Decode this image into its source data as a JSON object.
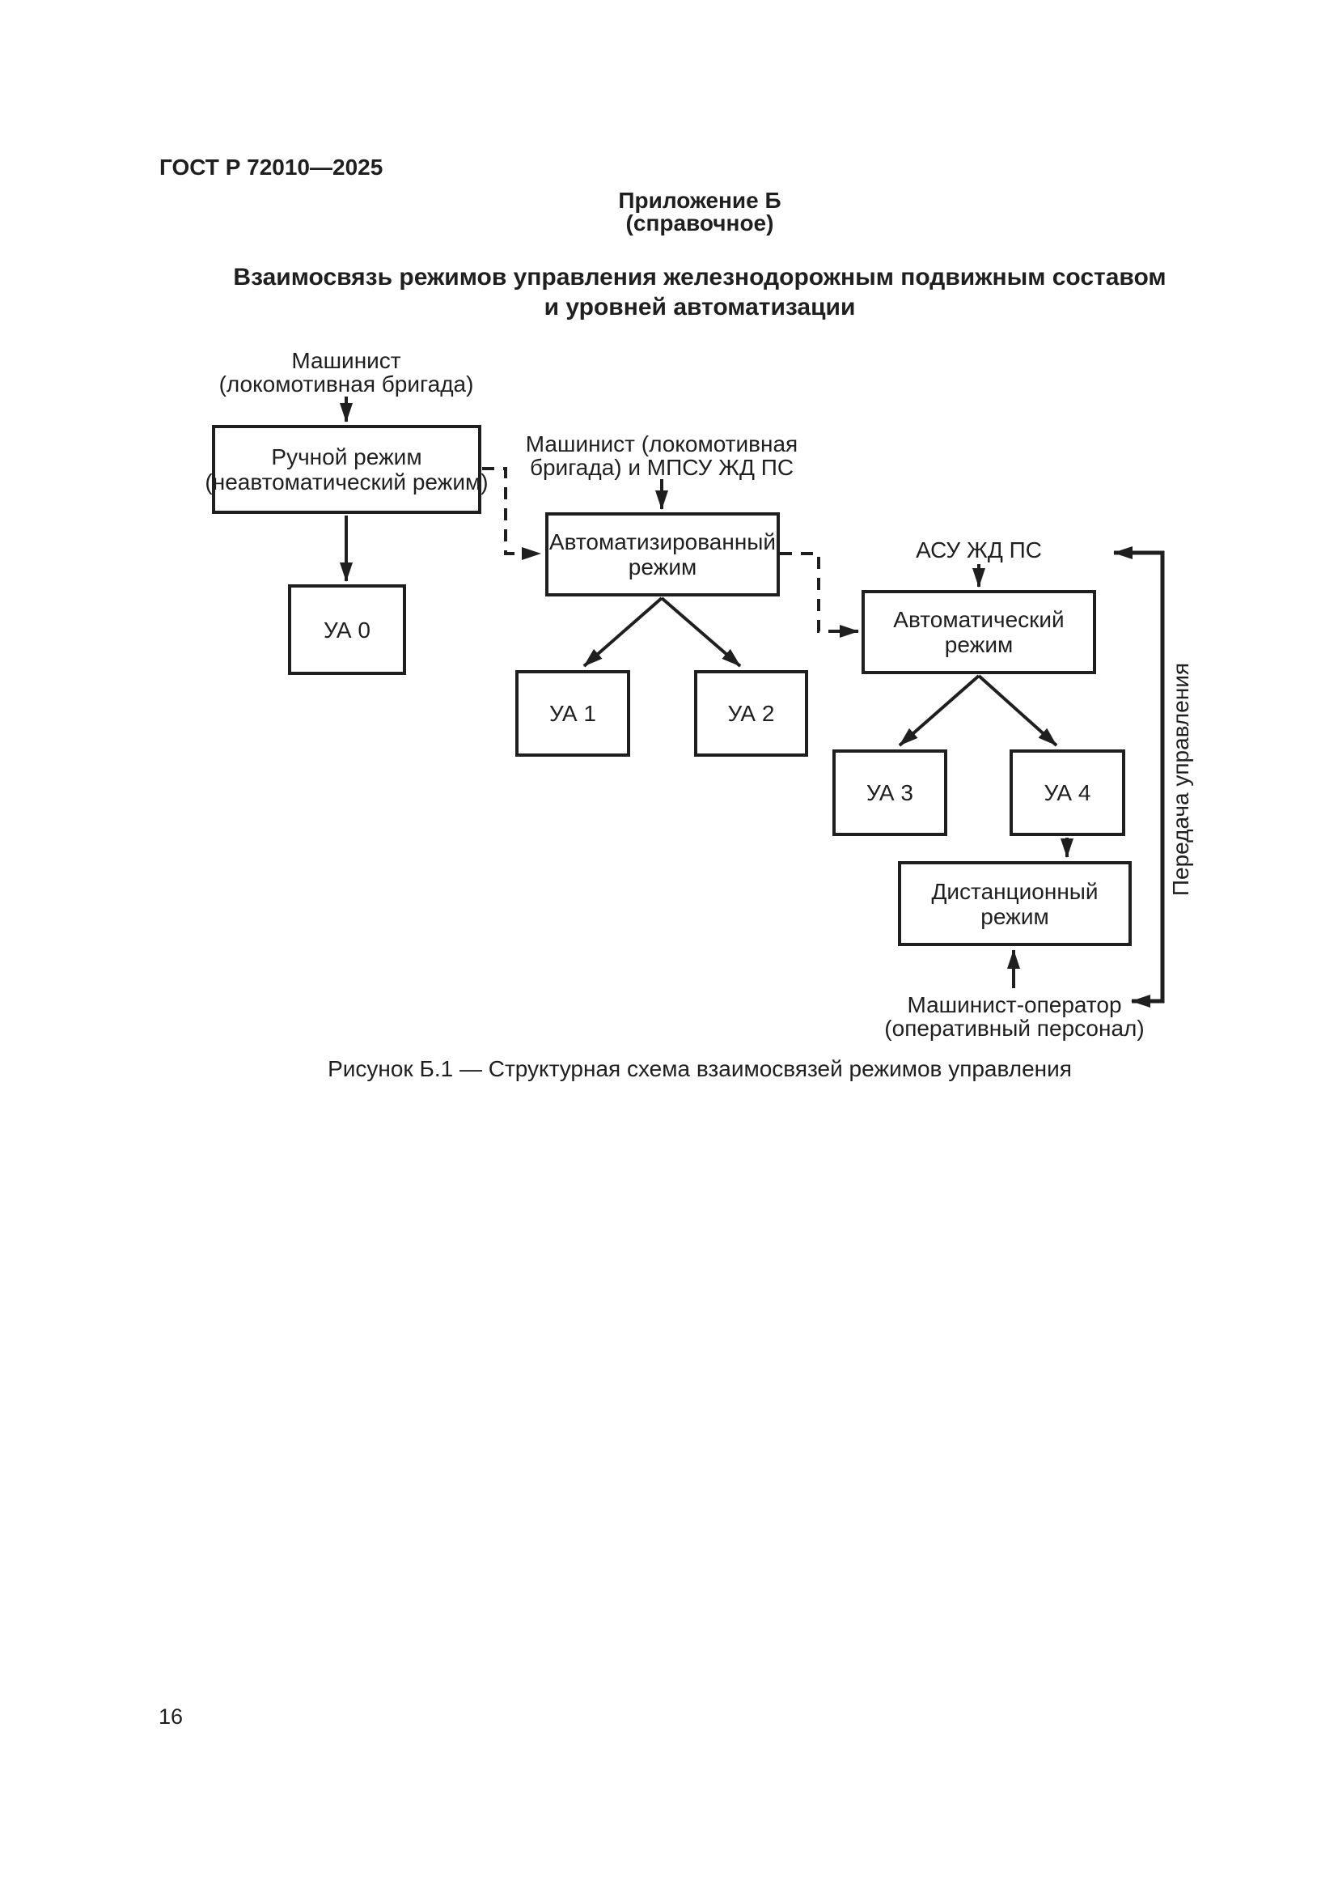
{
  "page": {
    "header": "ГОСТ Р 72010—2025",
    "page_number": "16"
  },
  "appendix": {
    "label": "Приложение Б",
    "note": "(справочное)",
    "title_line1": "Взаимосвязь режимов управления железнодорожным подвижным составом",
    "title_line2": "и уровней автоматизации"
  },
  "diagram": {
    "actors": {
      "driver": {
        "line1": "Машинист",
        "line2": "(локомотивная бригада)"
      },
      "driver_mpsu": {
        "line1": "Машинист (локомотивная",
        "line2": "бригада) и МПСУ ЖД ПС"
      },
      "asu": {
        "line1": "АСУ ЖД ПС"
      },
      "operator": {
        "line1": "Машинист-оператор",
        "line2": "(оперативный персонал)"
      }
    },
    "modes": {
      "manual": {
        "line1": "Ручной режим",
        "line2": "(неавтоматический режим)"
      },
      "automated": {
        "line1": "Автоматизированный",
        "line2": "режим"
      },
      "automatic": {
        "line1": "Автоматический",
        "line2": "режим"
      },
      "remote": {
        "line1": "Дистанционный",
        "line2": "режим"
      }
    },
    "levels": {
      "ua0": "УА 0",
      "ua1": "УА 1",
      "ua2": "УА 2",
      "ua3": "УА 3",
      "ua4": "УА 4"
    },
    "transfer_label": "Передача управления",
    "ink_color": "#1f1f1f"
  },
  "caption": "Рисунок Б.1 — Структурная схема взаимосвязей режимов управления"
}
